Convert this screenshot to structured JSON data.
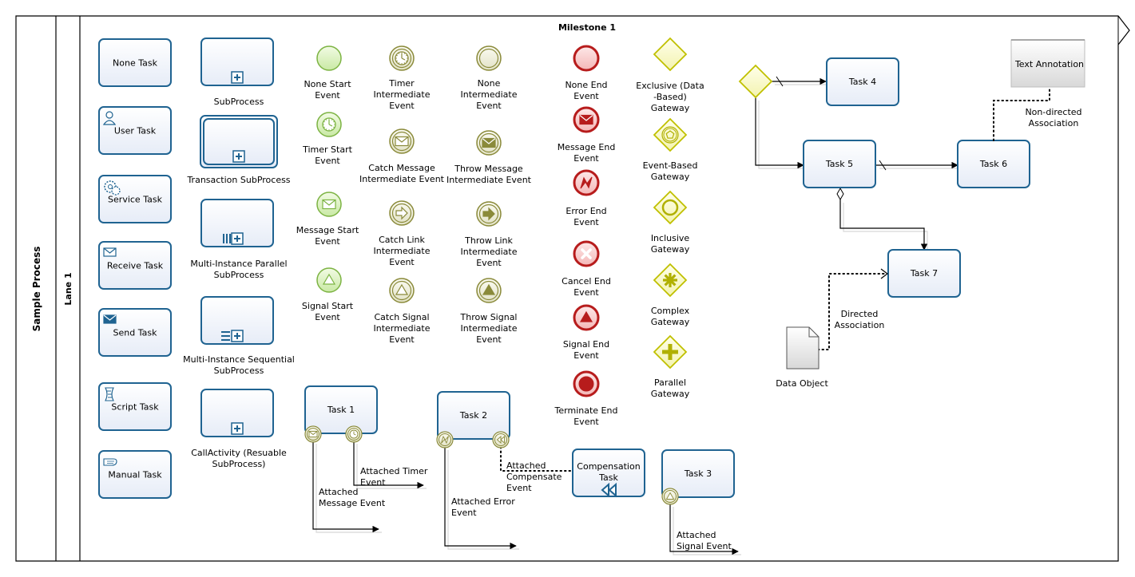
{
  "pool": {
    "title": "Sample Process",
    "lane": "Lane 1",
    "milestone": "Milestone 1"
  },
  "tasks": [
    {
      "id": "none-task",
      "lines": [
        "None Task"
      ]
    },
    {
      "id": "user-task",
      "lines": [
        "User Task"
      ],
      "icon": "user-icon"
    },
    {
      "id": "service-task",
      "lines": [
        "Service Task"
      ],
      "icon": "gear-icon"
    },
    {
      "id": "receive-task",
      "lines": [
        "Receive Task"
      ],
      "icon": "envelope-icon"
    },
    {
      "id": "send-task",
      "lines": [
        "Send Task"
      ],
      "icon": "filled-envelope-icon"
    },
    {
      "id": "script-task",
      "lines": [
        "Script Task"
      ],
      "icon": "script-icon"
    },
    {
      "id": "manual-task",
      "lines": [
        "Manual Task"
      ],
      "icon": "hand-icon"
    }
  ],
  "subprocesses": [
    {
      "id": "subprocess",
      "lines": [
        "SubProcess"
      ],
      "marker": "plus"
    },
    {
      "id": "transaction-subprocess",
      "lines": [
        "Transaction SubProcess"
      ],
      "marker": "plus",
      "double": true
    },
    {
      "id": "mi-parallel-subprocess",
      "lines": [
        "Multi-Instance Parallel",
        "SubProcess"
      ],
      "marker": "parallel-plus"
    },
    {
      "id": "mi-sequential-subprocess",
      "lines": [
        "Multi-Instance Sequential",
        "SubProcess"
      ],
      "marker": "sequential-plus"
    },
    {
      "id": "call-activity",
      "lines": [
        "CallActivity  (Resuable",
        "SubProcess)"
      ],
      "marker": "plus",
      "thick": true
    }
  ],
  "start_events": [
    {
      "id": "none-start-event",
      "lines": [
        "None Start",
        "Event"
      ],
      "icon": "none"
    },
    {
      "id": "timer-start-event",
      "lines": [
        "Timer Start",
        "Event"
      ],
      "icon": "clock"
    },
    {
      "id": "message-start-event",
      "lines": [
        "Message Start",
        "Event"
      ],
      "icon": "envelope"
    },
    {
      "id": "signal-start-event",
      "lines": [
        "Signal Start",
        "Event"
      ],
      "icon": "triangle"
    }
  ],
  "catch_events": [
    {
      "id": "timer-intermediate-event",
      "lines": [
        "Timer",
        "Intermediate",
        "Event"
      ],
      "icon": "clock"
    },
    {
      "id": "catch-message-event",
      "lines": [
        "Catch Message",
        "Intermediate Event"
      ],
      "icon": "envelope"
    },
    {
      "id": "catch-link-event",
      "lines": [
        "Catch Link",
        "Intermediate",
        "Event"
      ],
      "icon": "arrow"
    },
    {
      "id": "catch-signal-event",
      "lines": [
        "Catch Signal",
        "Intermediate",
        "Event"
      ],
      "icon": "triangle"
    }
  ],
  "throw_events": [
    {
      "id": "none-intermediate-event",
      "lines": [
        "None",
        "Intermediate",
        "Event"
      ],
      "icon": "none"
    },
    {
      "id": "throw-message-event",
      "lines": [
        "Throw Message",
        "Intermediate Event"
      ],
      "icon": "envelope"
    },
    {
      "id": "throw-link-event",
      "lines": [
        "Throw Link",
        "Intermediate",
        "Event"
      ],
      "icon": "arrow"
    },
    {
      "id": "throw-signal-event",
      "lines": [
        "Throw Signal",
        "Intermediate",
        "Event"
      ],
      "icon": "triangle"
    }
  ],
  "end_events": [
    {
      "id": "none-end-event",
      "lines": [
        "None End",
        "Event"
      ],
      "icon": "none"
    },
    {
      "id": "message-end-event",
      "lines": [
        "Message End",
        "Event"
      ],
      "icon": "envelope"
    },
    {
      "id": "error-end-event",
      "lines": [
        "Error End",
        "Event"
      ],
      "icon": "bolt"
    },
    {
      "id": "cancel-end-event",
      "lines": [
        "Cancel End",
        "Event"
      ],
      "icon": "x"
    },
    {
      "id": "signal-end-event",
      "lines": [
        "Signal End",
        "Event"
      ],
      "icon": "triangle"
    },
    {
      "id": "terminate-end-event",
      "lines": [
        "Terminate End",
        "Event"
      ],
      "icon": "dot"
    }
  ],
  "gateways": [
    {
      "id": "exclusive-gateway",
      "lines": [
        "Exclusive (Data",
        "-Based)",
        "Gateway"
      ],
      "icon": "none"
    },
    {
      "id": "event-based-gateway",
      "lines": [
        "Event-Based",
        "Gateway"
      ],
      "icon": "pentagon"
    },
    {
      "id": "inclusive-gateway",
      "lines": [
        "Inclusive",
        "Gateway"
      ],
      "icon": "circle"
    },
    {
      "id": "complex-gateway",
      "lines": [
        "Complex",
        "Gateway"
      ],
      "icon": "asterisk"
    },
    {
      "id": "parallel-gateway",
      "lines": [
        "Parallel",
        "Gateway"
      ],
      "icon": "plus"
    }
  ],
  "attached_examples": [
    {
      "id": "task-1",
      "label": "Task 1"
    },
    {
      "id": "task-2",
      "label": "Task 2"
    },
    {
      "id": "compensation-task",
      "lines": [
        "Compensation",
        "Task"
      ]
    },
    {
      "id": "task-3",
      "label": "Task 3"
    }
  ],
  "attached_labels": [
    {
      "id": "attached-timer-label",
      "lines": [
        "Attached Timer",
        "Event"
      ]
    },
    {
      "id": "attached-message-label",
      "lines": [
        "Attached",
        "Message Event"
      ]
    },
    {
      "id": "attached-compensate-label",
      "lines": [
        "Attached",
        "Compensate",
        "Event"
      ]
    },
    {
      "id": "attached-error-label",
      "lines": [
        "Attached Error",
        "Event"
      ]
    },
    {
      "id": "attached-signal-label",
      "lines": [
        "Attached",
        "Signal Event"
      ]
    }
  ],
  "flow_example": [
    {
      "id": "task-4",
      "label": "Task 4"
    },
    {
      "id": "task-5",
      "label": "Task 5"
    },
    {
      "id": "task-6",
      "label": "Task 6"
    },
    {
      "id": "task-7",
      "label": "Task 7"
    }
  ],
  "artifacts": {
    "text_annotation": "Text Annotation",
    "non_directed_association": [
      "Non-directed",
      "Association"
    ],
    "directed_association": [
      "Directed",
      "Association"
    ],
    "data_object": "Data Object"
  },
  "colors": {
    "task_border": "#1f6391",
    "start_event": "#7cb342",
    "intermediate_event": "#8a8a3a",
    "end_event": "#b71c1c",
    "gateway": "#c0c000"
  }
}
